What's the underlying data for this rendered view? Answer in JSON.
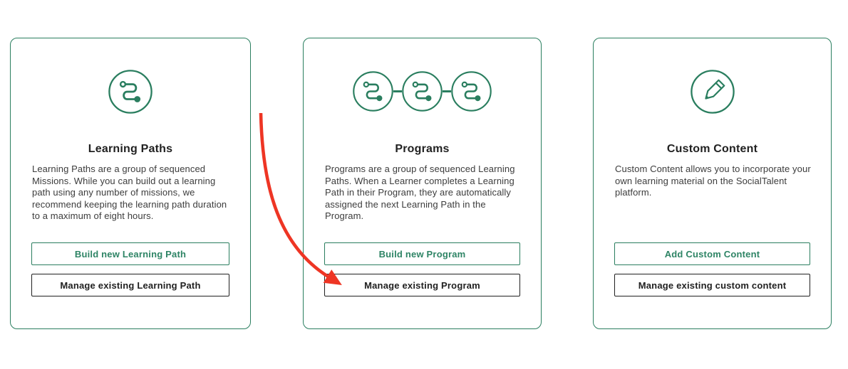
{
  "colors": {
    "green": "#2A7E5F",
    "green_text": "#2E8465",
    "dark": "#212121",
    "body_text": "#3C3C3C",
    "arrow_red": "#EE3524",
    "card_bg": "#FFFFFF"
  },
  "cards": [
    {
      "id": "learning-paths",
      "icon": "learning-path-icon",
      "title": "Learning Paths",
      "description": "Learning Paths are a group of sequenced Missions. While you can build out a learning path using any number of missions, we recommend keeping the learning path duration to a maximum of eight hours.",
      "primary_button": "Build new Learning Path",
      "secondary_button": "Manage existing Learning Path"
    },
    {
      "id": "programs",
      "icon": "program-chain-icon",
      "title": "Programs",
      "description": "Programs are a group of sequenced Learning Paths. When a Learner completes a Learning Path in their Program, they are automatically assigned the next Learning Path in the Program.",
      "primary_button": "Build new Program",
      "secondary_button": "Manage existing Program"
    },
    {
      "id": "custom-content",
      "icon": "pencil-icon",
      "title": "Custom Content",
      "description": "Custom Content allows you to incorporate your own learning material on the SocialTalent platform.",
      "primary_button": "Add Custom Content",
      "secondary_button": "Manage existing custom content"
    }
  ],
  "annotation": {
    "type": "red-arrow",
    "points_to": "Manage existing Program"
  }
}
